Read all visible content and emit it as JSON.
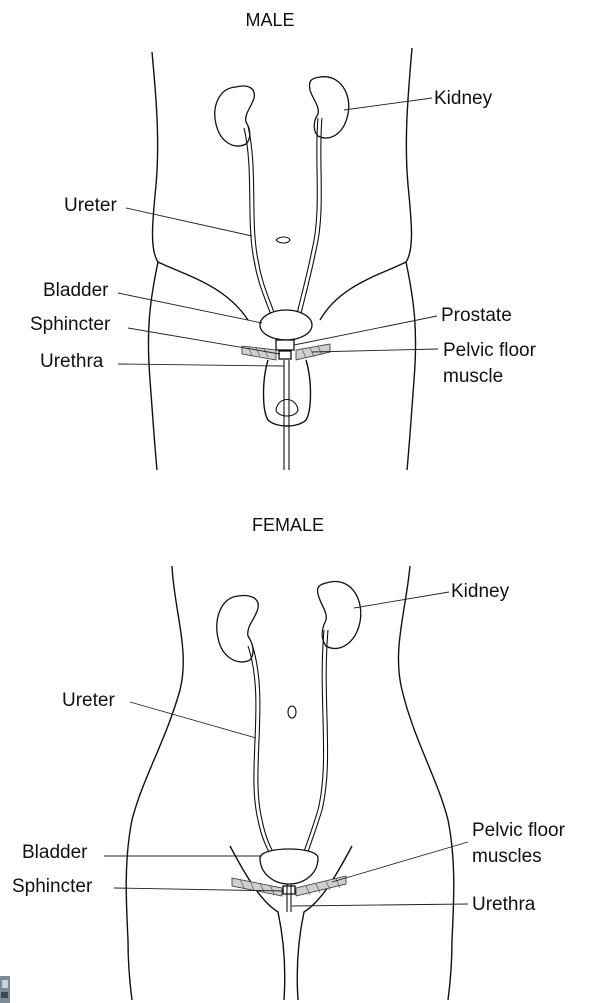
{
  "male": {
    "title": "MALE",
    "labels": {
      "kidney": "Kidney",
      "ureter": "Ureter",
      "bladder": "Bladder",
      "sphincter": "Sphincter",
      "urethra": "Urethra",
      "prostate": "Prostate",
      "pelvic_floor_line1": "Pelvic floor",
      "pelvic_floor_line2": "muscle"
    }
  },
  "female": {
    "title": "FEMALE",
    "labels": {
      "kidney": "Kidney",
      "ureter": "Ureter",
      "bladder": "Bladder",
      "sphincter": "Sphincter",
      "urethra": "Urethra",
      "pelvic_floor_line1": "Pelvic floor",
      "pelvic_floor_line2": "muscles"
    }
  }
}
